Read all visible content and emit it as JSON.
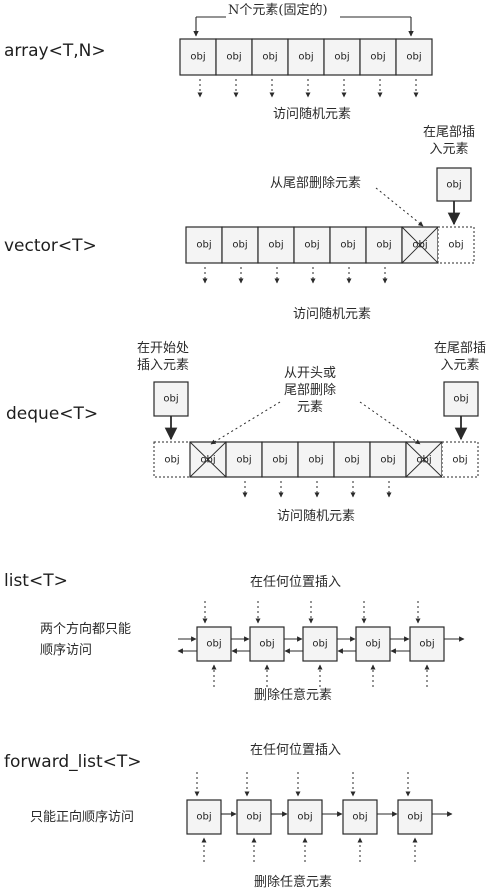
{
  "sections": {
    "array": {
      "title": "array<T,N>",
      "top_brace_label": "N个元素(固定的)",
      "access_label": "访问随机元素",
      "cell_label": "obj"
    },
    "vector": {
      "title": "vector<T>",
      "insert_end_label": [
        "在尾部插",
        "入元素"
      ],
      "remove_end_label": "从尾部删除元素",
      "access_label": "访问随机元素",
      "cell_label": "obj"
    },
    "deque": {
      "title": "deque<T>",
      "insert_begin_label": [
        "在开始处",
        "插入元素"
      ],
      "remove_label": [
        "从开头或",
        "尾部删除",
        "元素"
      ],
      "insert_end_label": [
        "在尾部插",
        "入元素"
      ],
      "access_label": "访问随机元素",
      "cell_label": "obj"
    },
    "list": {
      "title": "list<T>",
      "insert_label": "在任何位置插入",
      "side_label": [
        "两个方向都只能",
        "顺序访问"
      ],
      "remove_label": "删除任意元素",
      "cell_label": "obj"
    },
    "forward_list": {
      "title": "forward_list<T>",
      "insert_label": "在任何位置插入",
      "side_label": "只能正向顺序访问",
      "remove_label": "删除任意元素",
      "cell_label": "obj"
    }
  },
  "colors": {
    "line": "#2a2a2a",
    "cell_fill": "#f4f4f4",
    "text": "#222222"
  }
}
